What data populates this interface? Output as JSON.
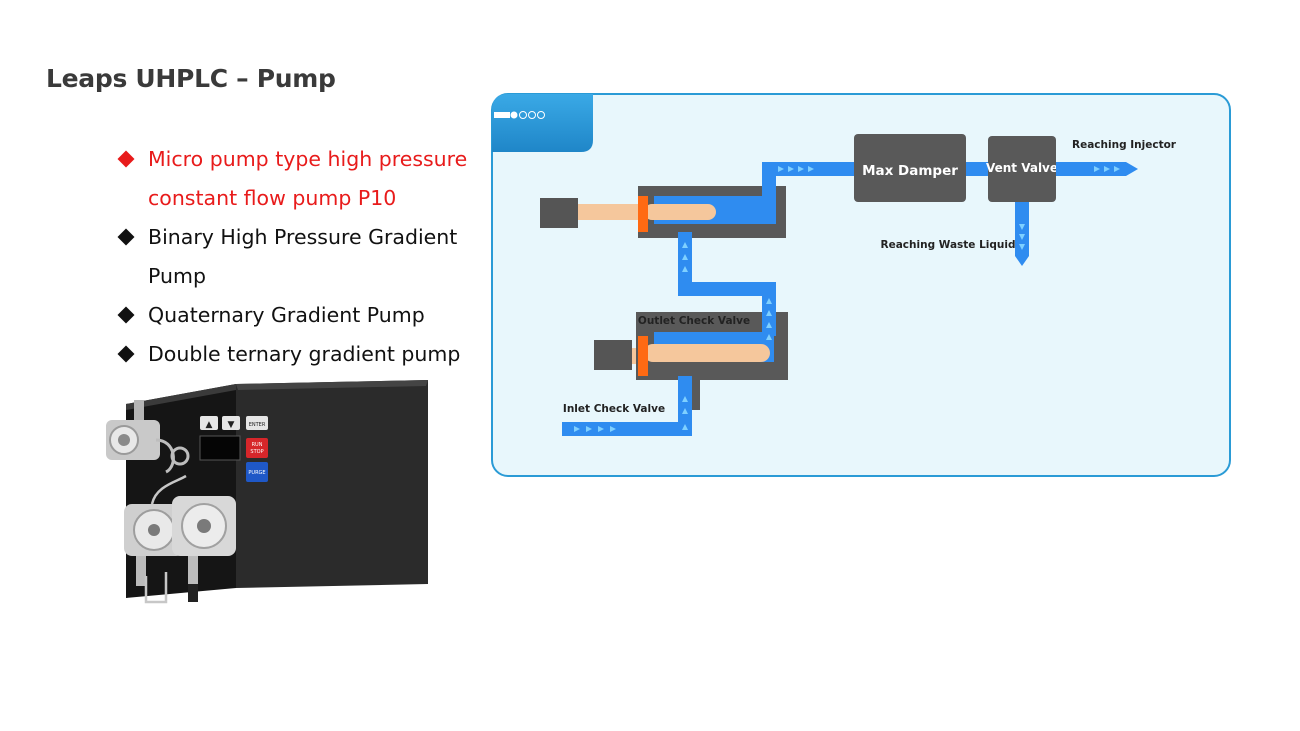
{
  "slide": {
    "title": "Leaps UHPLC – Pump"
  },
  "bullets": [
    {
      "text": "Micro pump type high pressure constant flow pump P10",
      "highlight": true
    },
    {
      "text": "Binary High Pressure Gradient Pump",
      "highlight": false
    },
    {
      "text": "Quaternary Gradient Pump",
      "highlight": false
    },
    {
      "text": "Double ternary gradient pump",
      "highlight": false
    }
  ],
  "device": {
    "up_label": "▲",
    "down_label": "▼",
    "enter_label": "ENTER",
    "run_stop_label_1": "RUN",
    "run_stop_label_2": "STOP",
    "purge_label": "PURGE"
  },
  "diagram": {
    "max_damper": "Max  Damper",
    "vent_valve": "Vent Valve",
    "reaching_injector": "Reaching Injector",
    "reaching_waste": "Reaching Waste Liquid",
    "outlet_check_valve": "Outlet Check Valve",
    "inlet_check_valve": "Inlet Check Valve"
  },
  "colors": {
    "accent_red": "#e81b1b",
    "flow_blue": "#2f8cf0",
    "panel_bg": "#e8f7fc",
    "panel_border": "#2a9bd6",
    "block_gray": "#595959",
    "piston_tan": "#f5c79c",
    "seal_orange": "#ff6a13"
  }
}
